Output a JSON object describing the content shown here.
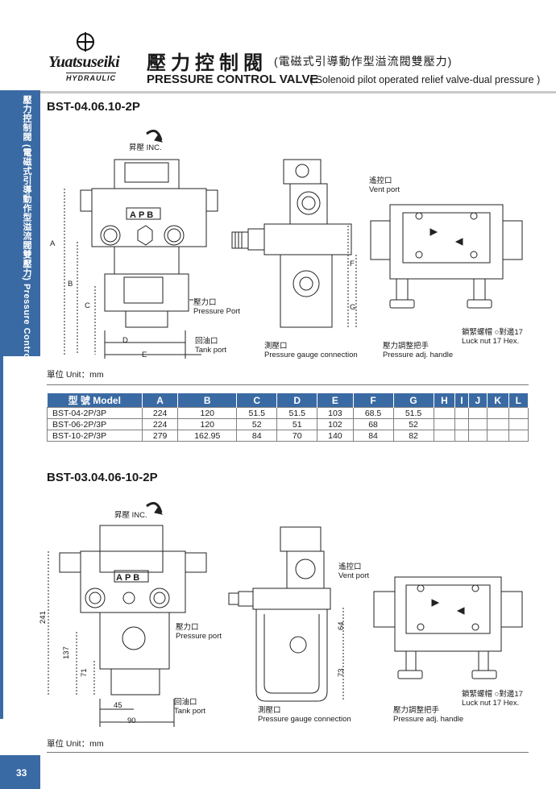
{
  "header": {
    "brand": "Yuatsuseiki",
    "brand_sub": "HYDRAULIC",
    "title_cn": "壓力控制閥",
    "title_cn_sub": "(電磁式引導動作型溢流閥雙壓力)",
    "title_en": "PRESSURE CONTROL VALVE",
    "title_en_sub": "( Solenoid pilot operated relief valve-dual pressure )"
  },
  "sidebar": {
    "text": "壓力控制閥 (電磁式引導動作型溢流閥雙壓力) Pressure Control Valve (Solenoid pilot operated relief valve-dual pressure)",
    "page_number": "33"
  },
  "section1": {
    "title": "BST-04.06.10-2P",
    "inc": "昇壓 INC.",
    "labels": {
      "pressure_port": [
        "壓力口",
        "Pressure Port"
      ],
      "tank_port": [
        "回油口",
        "Tank port"
      ],
      "gauge": [
        "測壓口",
        "Pressure gauge connection"
      ],
      "vent": [
        "遙控口",
        "Vent port"
      ],
      "adj": [
        "壓力調整把手",
        "Pressure adj. handle"
      ],
      "nut": [
        "鎖緊螺帽 ○對邊17",
        "Luck nut 17 Hex."
      ],
      "panel": "APB"
    },
    "dims": {
      "a": "A",
      "b": "B",
      "c": "C",
      "d": "D",
      "e": "E",
      "f": "F",
      "g": "G"
    },
    "unit": "單位 Unit：mm"
  },
  "table": {
    "headers": [
      "型 號 Model",
      "A",
      "B",
      "C",
      "D",
      "E",
      "F",
      "G",
      "H",
      "I",
      "J",
      "K",
      "L"
    ],
    "rows": [
      [
        "BST-04-2P/3P",
        "224",
        "120",
        "51.5",
        "51.5",
        "103",
        "68.5",
        "51.5",
        "",
        "",
        "",
        "",
        ""
      ],
      [
        "BST-06-2P/3P",
        "224",
        "120",
        "52",
        "51",
        "102",
        "68",
        "52",
        "",
        "",
        "",
        "",
        ""
      ],
      [
        "BST-10-2P/3P",
        "279",
        "162.95",
        "84",
        "70",
        "140",
        "84",
        "82",
        "",
        "",
        "",
        "",
        ""
      ]
    ]
  },
  "section2": {
    "title": "BST-03.04.06-10-2P",
    "inc": "昇壓 INC.",
    "labels": {
      "pressure_port": [
        "壓力口",
        "Pressure port"
      ],
      "tank_port": [
        "回油口",
        "Tank port"
      ],
      "gauge": [
        "測壓口",
        "Pressure gauge connection"
      ],
      "vent": [
        "遙控口",
        "Vent port"
      ],
      "adj": [
        "壓力調整把手",
        "Pressure adj. handle"
      ],
      "nut": [
        "鎖緊螺帽 ○對邊17",
        "Luck nut 17 Hex."
      ],
      "panel": "APB"
    },
    "dims": {
      "h241": "241",
      "h137": "137",
      "h71": "71",
      "w45": "45",
      "w90": "90",
      "h64": "64",
      "h73": "73"
    },
    "unit": "單位 Unit：mm"
  }
}
